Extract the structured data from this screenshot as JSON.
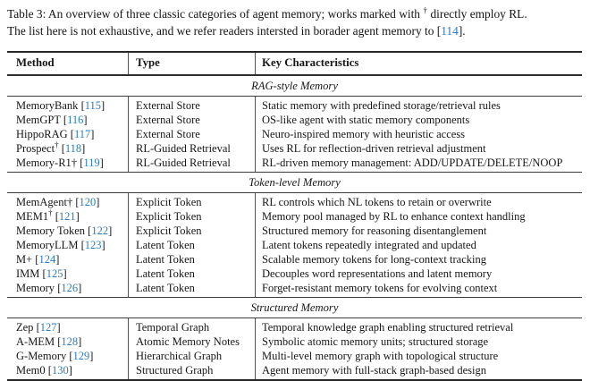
{
  "caption": {
    "segments": [
      {
        "t": "text",
        "v": "Table 3: An overview of three classic categories of agent memory; works marked with "
      },
      {
        "t": "sup",
        "v": "†"
      },
      {
        "t": "text",
        "v": " directly employ RL."
      },
      {
        "t": "br"
      },
      {
        "t": "text",
        "v": "The list here is not exhaustive, and we refer readers intersted in borader agent memory to ["
      },
      {
        "t": "cite",
        "v": "114"
      },
      {
        "t": "text",
        "v": "]."
      }
    ]
  },
  "table": {
    "columns": [
      "Method",
      "Type",
      "Key Characteristics"
    ],
    "dagger_glyph": "†",
    "sections": [
      {
        "title": "RAG-style Memory",
        "rows": [
          {
            "method": "MemoryBank",
            "cite": "115",
            "type": "External Store",
            "desc": "Static memory with predefined storage/retrieval rules"
          },
          {
            "method": "MemGPT",
            "cite": "116",
            "type": "External Store",
            "desc": "OS-like agent with static memory components"
          },
          {
            "method": "HippoRAG",
            "cite": "117",
            "type": "External Store",
            "desc": "Neuro-inspired memory with heuristic access"
          },
          {
            "method": "Prospect",
            "dagger": "sup",
            "cite": "118",
            "type": "RL-Guided Retrieval",
            "desc": "Uses RL for reflection-driven retrieval adjustment"
          },
          {
            "method": "Memory-R1",
            "dagger": "inline",
            "cite": "119",
            "type": "RL-Guided Retrieval",
            "desc": "RL-driven memory management: ADD/UPDATE/DELETE/NOOP"
          }
        ]
      },
      {
        "title": "Token-level Memory",
        "rows": [
          {
            "method": "MemAgent",
            "dagger": "inline",
            "cite": "120",
            "type": "Explicit Token",
            "desc": "RL controls which NL tokens to retain or overwrite"
          },
          {
            "method": "MEM1",
            "dagger": "sup",
            "cite": "121",
            "type": "Explicit Token",
            "desc": "Memory pool managed by RL to enhance context handling"
          },
          {
            "method": "Memory Token",
            "cite": "122",
            "type": "Explicit Token",
            "desc": "Structured memory for reasoning disentanglement"
          },
          {
            "method": "MemoryLLM",
            "cite": "123",
            "type": "Latent Token",
            "desc": "Latent tokens repeatedly integrated and updated"
          },
          {
            "method": "M+",
            "cite": "124",
            "type": "Latent Token",
            "desc": "Scalable memory tokens for long-context tracking"
          },
          {
            "method": "IMM",
            "cite": "125",
            "type": "Latent Token",
            "desc": "Decouples word representations and latent memory"
          },
          {
            "method": "Memory",
            "cite": "126",
            "type": "Latent Token",
            "desc": "Forget-resistant memory tokens for evolving context"
          }
        ]
      },
      {
        "title": "Structured Memory",
        "rows": [
          {
            "method": "Zep",
            "cite": "127",
            "type": "Temporal Graph",
            "desc": "Temporal knowledge graph enabling structured retrieval"
          },
          {
            "method": "A-MEM",
            "cite": "128",
            "type": "Atomic Memory Notes",
            "desc": "Symbolic atomic memory units; structured storage"
          },
          {
            "method": "G-Memory",
            "cite": "129",
            "type": "Hierarchical Graph",
            "desc": "Multi-level memory graph with topological structure"
          },
          {
            "method": "Mem0",
            "cite": "130",
            "type": "Structured Graph",
            "desc": "Agent memory with full-stack graph-based design"
          }
        ]
      }
    ]
  },
  "colors": {
    "citation_blue": "#2d7cbf",
    "text": "#161616",
    "rule_heavy": "#262626"
  }
}
